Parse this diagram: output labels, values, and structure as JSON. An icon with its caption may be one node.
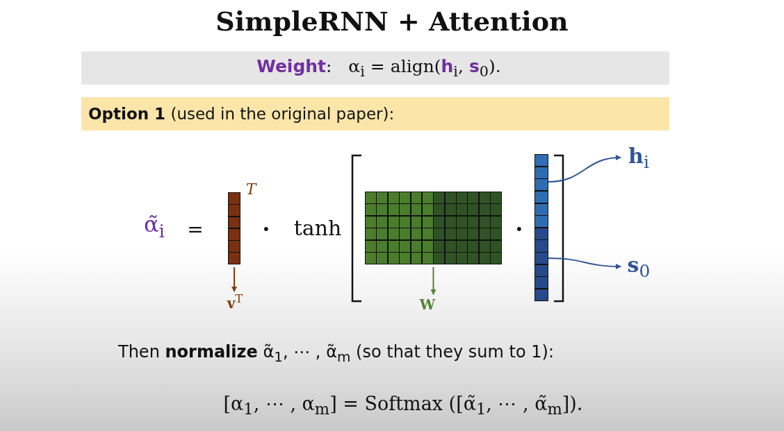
{
  "diagram": {
    "title": "SimpleRNN + Attention",
    "nodes": [
      {
        "text": [],
        "shape": "bar"
      },
      {
        "text": [
          "**v**$^{T}$"
        ]
      },
      {
        "text": [],
        "shape": "box"
      },
      {
        "text": [
          "**W**"
        ]
      },
      {
        "text": [],
        "shape": "bar"
      },
      {
        "text": [
          "**h**$_{i}$"
        ]
      },
      {
        "text": [
          "**s**$_{0}$"
        ]
      }
    ],
    "edges": [
      {
        "from": 0,
        "to": 1,
        "arrow": "to",
        "color": "#843c0c"
      },
      {
        "from": 2,
        "to": 3,
        "arrow": "to",
        "color": "#548235"
      },
      {
        "from": 4,
        "to": 5,
        "arrow": "to"
      },
      {
        "from": 4,
        "to": 6,
        "arrow": "to"
      }
    ],
    "labels": [
      "**Weight**:   α$_{i}$ = align(**h**$_{i}$, **s**$_{0}$).",
      "**Option 1** (used in the original paper):",
      "α̃$_{i}$",
      "=",
      "T",
      "•",
      "tanh",
      "•",
      "Then **normalize** α̃$_{1}$, ⋯ , α̃$_{m}$ (so that they sum to 1):",
      "[α$_{1}$, ⋯ , α$_{m}$] = Softmax ([α̃$_{1}$, ⋯ , α̃$_{m}$])."
    ]
  }
}
